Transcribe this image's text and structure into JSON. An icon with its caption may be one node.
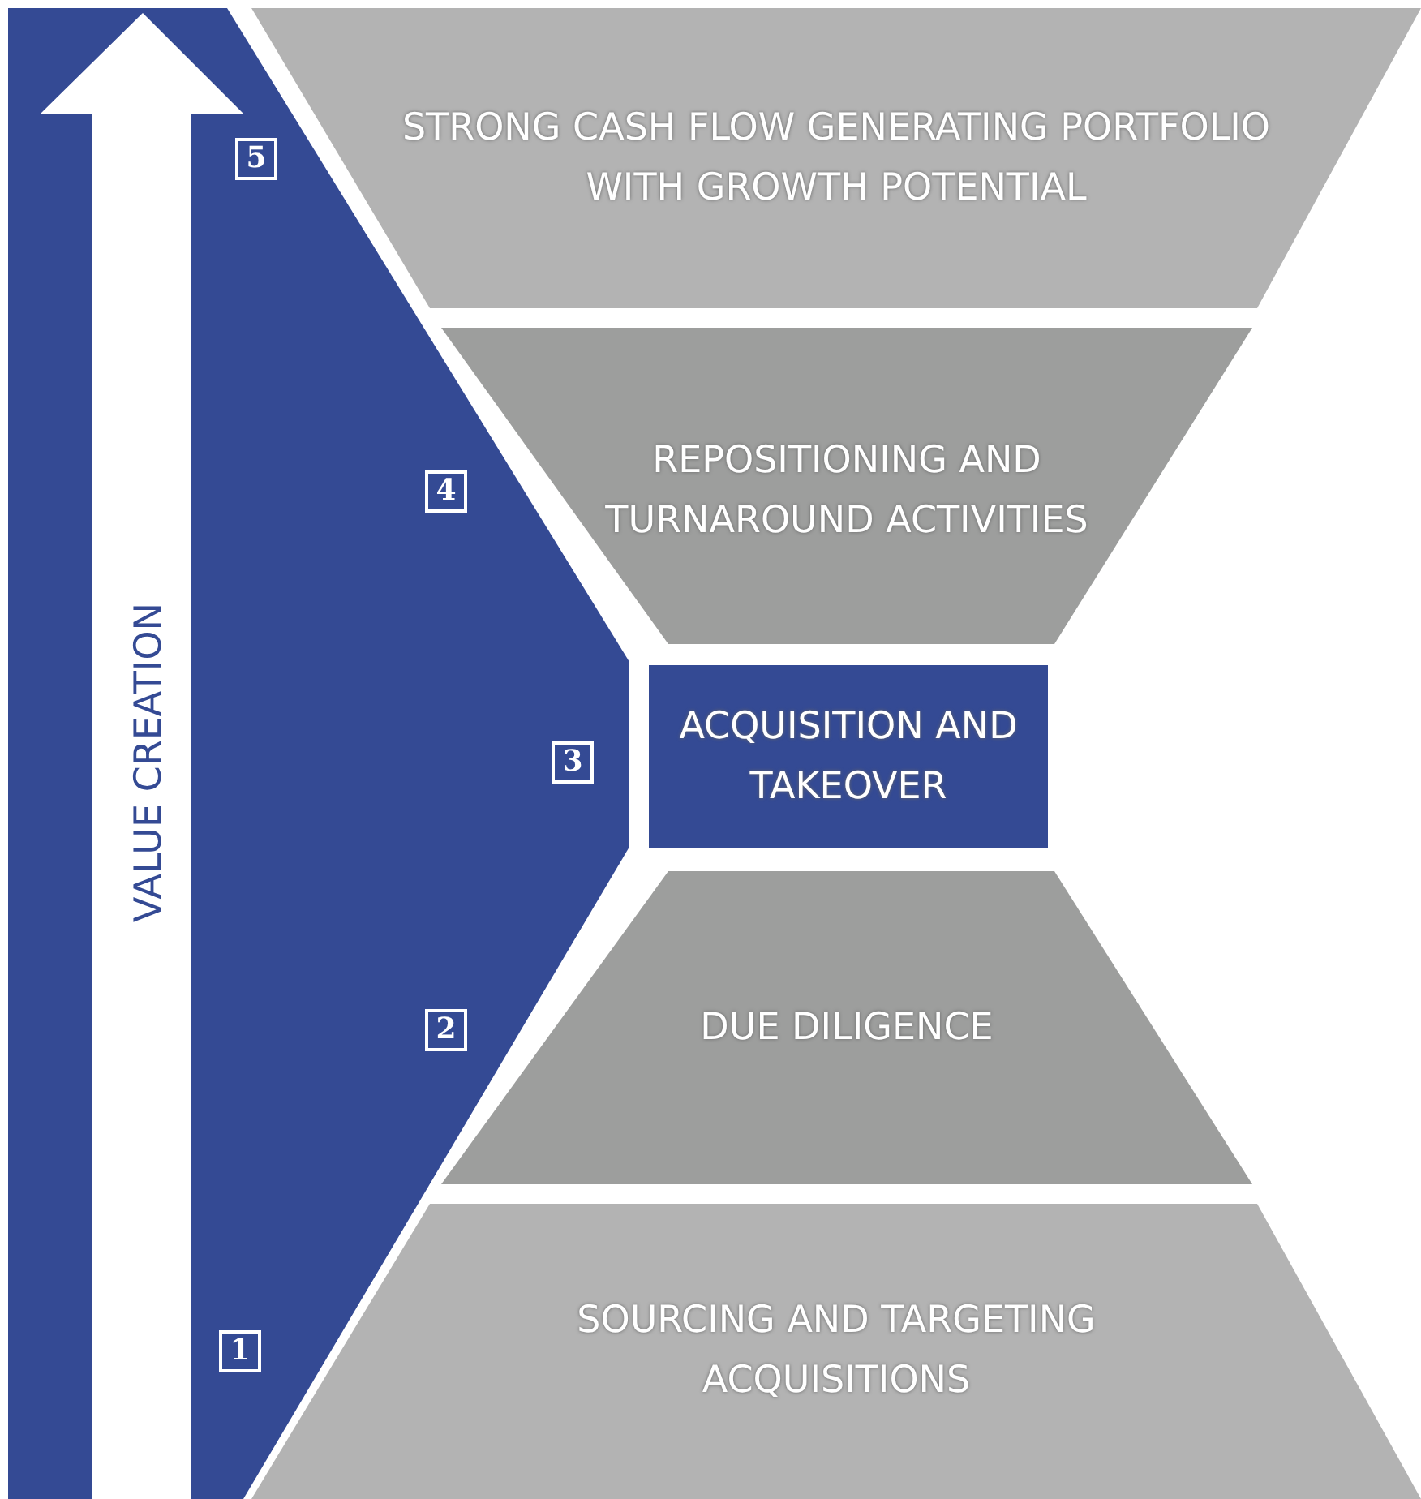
{
  "diagram": {
    "nodes": [
      {
        "text": [
          "STRONG CASH FLOW GENERATING PORTFOLIO WITH GROWTH POTENTIAL"
        ]
      },
      {
        "text": [
          "REPOSITIONING AND TURNAROUND ACTIVITIES"
        ]
      },
      {
        "text": [
          "ACQUISITION AND TAKEOVER"
        ]
      },
      {
        "text": [
          "DUE DILIGENCE"
        ]
      },
      {
        "text": [
          "SOURCING AND TARGETING ACQUISITIONS"
        ]
      }
    ],
    "labels": [
      "VALUE CREATION",
      "5",
      "4",
      "3",
      "2",
      "1"
    ]
  }
}
